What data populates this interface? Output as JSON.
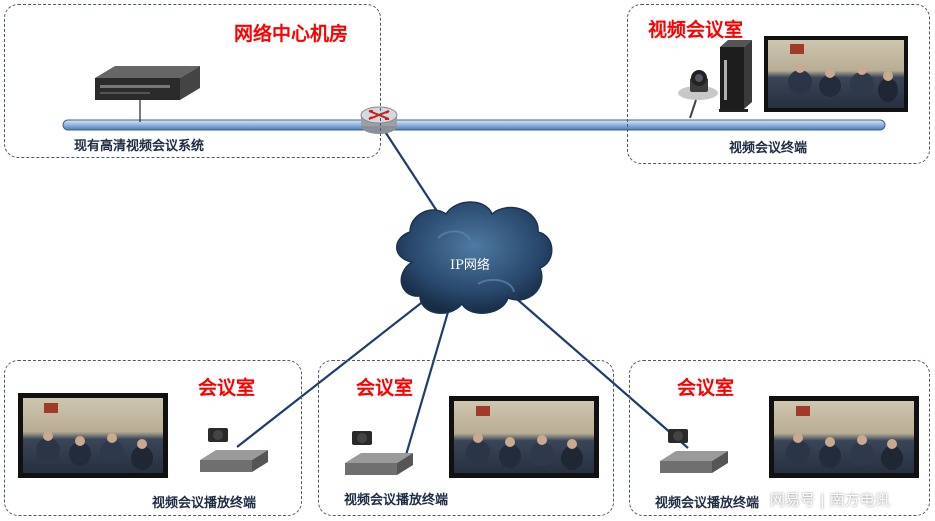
{
  "colors": {
    "zone_border": "#4a5a6a",
    "title_red": "#ff0000",
    "label_navy": "#1f2d44",
    "bus": "#8fb2de",
    "link_line": "#1f3c6e",
    "cloud_dark": "#2b4a6e"
  },
  "zones": {
    "datacenter": {
      "title": "网络中心机房",
      "system_label": "现有高清视频会议系统",
      "icons": [
        "server-icon",
        "router-icon"
      ]
    },
    "video_room": {
      "title": "视频会议室",
      "terminal_label": "视频会议终端",
      "icons": [
        "codec-terminal-icon",
        "conference-camera-icon",
        "meeting-screen-icon"
      ]
    },
    "rooms": [
      {
        "title": "会议室",
        "terminal_label": "视频会议播放终端"
      },
      {
        "title": "会议室",
        "terminal_label": "视频会议播放终端"
      },
      {
        "title": "会议室",
        "terminal_label": "视频会议播放终端"
      }
    ]
  },
  "network": {
    "cloud_label": "IP网络"
  },
  "watermark": {
    "text": "网易号 | 南方电讯"
  }
}
